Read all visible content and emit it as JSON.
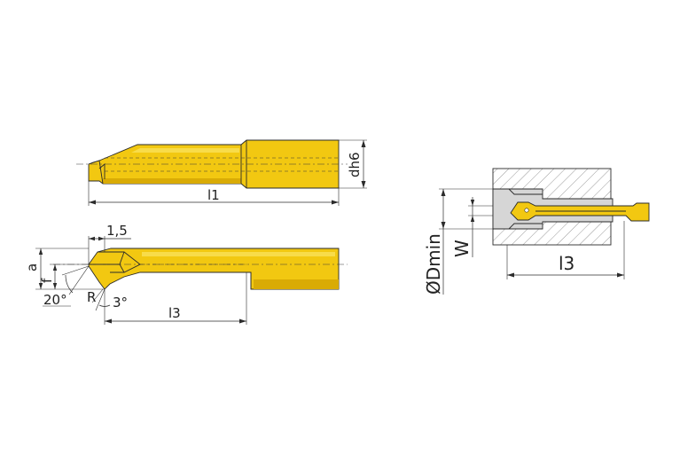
{
  "labels": {
    "dh6": "dh6",
    "l1": "l1",
    "chip_len": "1,5",
    "a": "a",
    "f": "f",
    "angle_20": "20°",
    "r": "R",
    "angle_3": "3°",
    "l3_side": "l3",
    "dmin": "ØDmin",
    "w": "W",
    "l3_section": "l3"
  },
  "colors": {
    "tool": "#f2c811",
    "workpiece": "#d6d6d6",
    "lines": "#2b2b2b"
  }
}
